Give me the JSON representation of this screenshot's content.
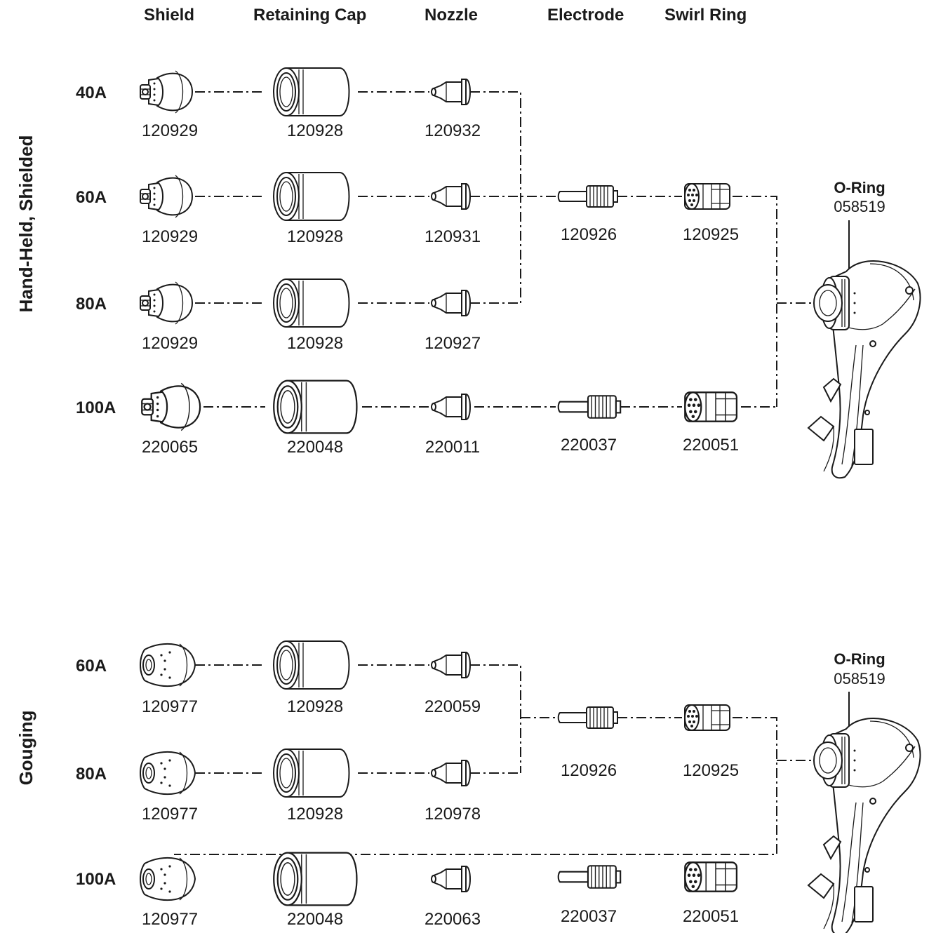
{
  "columns": {
    "shield": "Shield",
    "retaining_cap": "Retaining Cap",
    "nozzle": "Nozzle",
    "electrode": "Electrode",
    "swirl_ring": "Swirl Ring"
  },
  "sections": {
    "handheld": {
      "label": "Hand-Held, Shielded",
      "rows": [
        {
          "amp": "40A",
          "shield": "120929",
          "cap": "120928",
          "nozzle": "120932"
        },
        {
          "amp": "60A",
          "shield": "120929",
          "cap": "120928",
          "nozzle": "120931"
        },
        {
          "amp": "80A",
          "shield": "120929",
          "cap": "120928",
          "nozzle": "120927"
        },
        {
          "amp": "100A",
          "shield": "220065",
          "cap": "220048",
          "nozzle": "220011"
        }
      ],
      "electrodes": [
        "120926",
        "220037"
      ],
      "swirl_rings": [
        "120925",
        "220051"
      ],
      "oring": {
        "title": "O-Ring",
        "part": "058519"
      }
    },
    "gouging": {
      "label": "Gouging",
      "rows": [
        {
          "amp": "60A",
          "shield": "120977",
          "cap": "120928",
          "nozzle": "220059"
        },
        {
          "amp": "80A",
          "shield": "120977",
          "cap": "120928",
          "nozzle": "120978"
        },
        {
          "amp": "100A",
          "shield": "120977",
          "cap": "220048",
          "nozzle": "220063"
        }
      ],
      "electrodes": [
        "120926",
        "220037"
      ],
      "swirl_rings": [
        "120925",
        "220051"
      ],
      "oring": {
        "title": "O-Ring",
        "part": "058519"
      }
    }
  },
  "icons": {
    "shield": "shield-icon",
    "retaining_cap": "retaining-cap-icon",
    "nozzle": "nozzle-icon",
    "electrode": "electrode-icon",
    "swirl_ring": "swirl-ring-icon",
    "torch": "torch-icon",
    "arrow": "arrow-down-icon"
  }
}
